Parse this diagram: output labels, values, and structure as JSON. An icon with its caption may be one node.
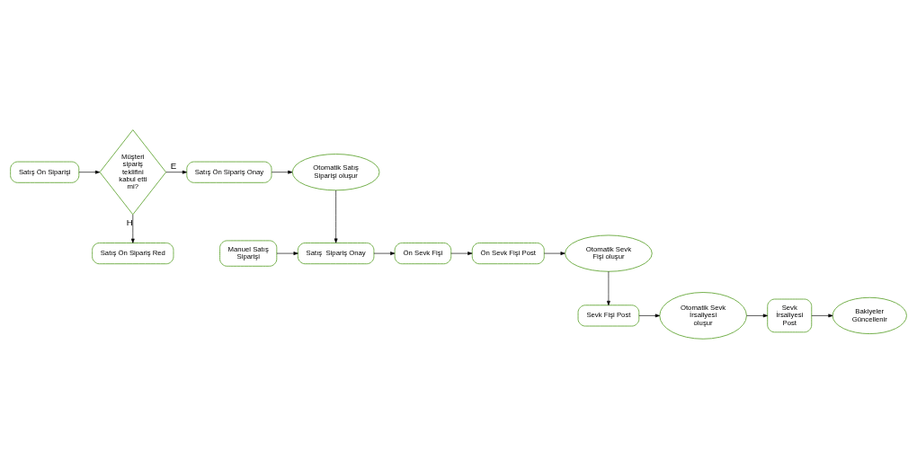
{
  "diagram": {
    "nodes": [
      {
        "text": [
          "Satış Ön Siparişi"
        ]
      },
      {
        "text": [
          "Müşteri sipariş teklifini kabul etti mi?"
        ]
      },
      {
        "text": [
          "Satış Ön Sipariş Onay"
        ]
      },
      {
        "text": [
          "Satış Ön Sipariş Red"
        ]
      },
      {
        "text": [
          "Otomatik Satış Siparişi oluşur"
        ]
      },
      {
        "text": [
          "Manuel Satış Siparişi"
        ]
      },
      {
        "text": [
          "Satış  Sipariş Onay"
        ]
      },
      {
        "text": [
          "Ön Sevk Fişi"
        ]
      },
      {
        "text": [
          "Ön Sevk Fişi Post"
        ]
      },
      {
        "text": [
          "Otomatik Sevk Fişi oluşur"
        ]
      },
      {
        "text": [
          "Sevk Fişi Post"
        ]
      },
      {
        "text": [
          "Otomatik Sevk İrsaliyesi oluşur"
        ]
      },
      {
        "text": [
          "Sevk İrsaliyesi Post"
        ]
      },
      {
        "text": [
          "Bakiyeler Güncellenir"
        ]
      }
    ],
    "edges": [
      {
        "from": 0,
        "to": 1,
        "arrow": "to"
      },
      {
        "from": 1,
        "to": 2,
        "arrow": "to",
        "label": "E"
      },
      {
        "from": 1,
        "to": 3,
        "arrow": "to",
        "label": "H"
      },
      {
        "from": 2,
        "to": 4,
        "arrow": "to"
      },
      {
        "from": 4,
        "to": 6,
        "arrow": "to"
      },
      {
        "from": 5,
        "to": 6,
        "arrow": "to"
      },
      {
        "from": 6,
        "to": 7,
        "arrow": "to"
      },
      {
        "from": 7,
        "to": 8,
        "arrow": "to"
      },
      {
        "from": 8,
        "to": 9,
        "arrow": "to"
      },
      {
        "from": 9,
        "to": 10,
        "arrow": "to"
      },
      {
        "from": 10,
        "to": 11,
        "arrow": "to"
      },
      {
        "from": 11,
        "to": 12,
        "arrow": "to"
      },
      {
        "from": 12,
        "to": 13,
        "arrow": "to"
      }
    ]
  }
}
